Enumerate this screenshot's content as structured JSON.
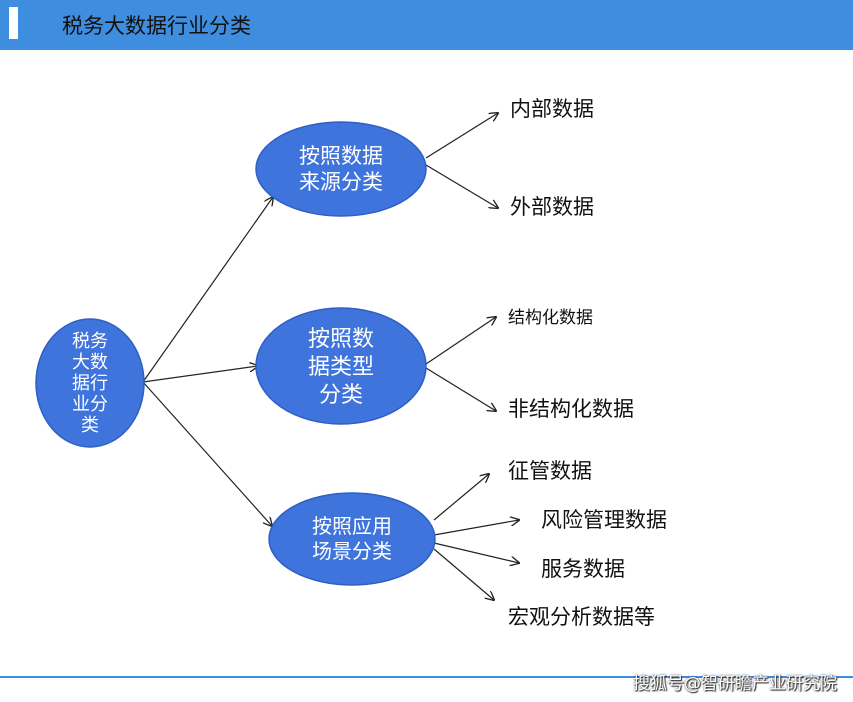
{
  "header": {
    "title": "税务大数据行业分类"
  },
  "root": {
    "label_lines": [
      "税务",
      "大数",
      "据行",
      "业分",
      "类"
    ]
  },
  "branches": [
    {
      "label_lines": [
        "按照数据",
        "来源分类"
      ],
      "leaves": [
        "内部数据",
        "外部数据"
      ]
    },
    {
      "label_lines": [
        "按照数",
        "据类型",
        "分类"
      ],
      "leaves": [
        "结构化数据",
        "非结构化数据"
      ]
    },
    {
      "label_lines": [
        "按照应用",
        "场景分类"
      ],
      "leaves": [
        "征管数据",
        "风险管理数据",
        "服务数据",
        "宏观分析数据等"
      ]
    }
  ],
  "footer": {
    "text": "搜狐号@智研瞻产业研究院"
  },
  "colors": {
    "node_fill": "#3f74dc",
    "node_stroke": "#2f5fc4",
    "header": "#3f8ddf"
  }
}
